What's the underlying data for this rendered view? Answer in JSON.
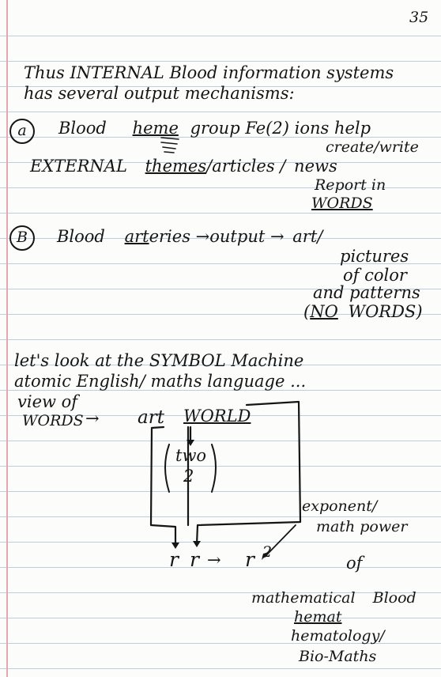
{
  "page_number": "35",
  "intro": {
    "line1": "Thus INTERNAL Blood information systems",
    "line2": "has several output mechanisms:"
  },
  "item_a": {
    "marker": "a",
    "line1_lead": "Blood",
    "line1_heme": "heme",
    "line1_rest": "group Fe(2) ions help",
    "line2_right": "create/write",
    "line3_lead": "EXTERNAL",
    "line3_themes": "themes",
    "line3_rest": "/articles /",
    "line3_news": "news",
    "line4": "Report in",
    "line5": "WORDS"
  },
  "item_b": {
    "marker": "B",
    "line1_lead": "Blood",
    "line1_art": "art",
    "line1_rest": "eries",
    "line1_output": "output",
    "line1_end": "art/",
    "line2": "pictures",
    "line3": "of color",
    "line4": "and patterns",
    "line5_open": "(",
    "line5_no": "NO",
    "line5_rest": "WORDS)"
  },
  "symbol_section": {
    "line1": "let's look at the SYMBOL Machine",
    "line2": "atomic English/ maths language ...",
    "line3": "view of",
    "line4_words": "WORDS",
    "line4_art": "art",
    "line4_world": "WORLD"
  },
  "diagram": {
    "box_line1": "two",
    "box_line2": "2",
    "bottom_r1": "r",
    "bottom_r2": "r",
    "bottom_r2_base": "r",
    "bottom_exp": "2",
    "note_line1": "exponent/",
    "note_line2": "math power"
  },
  "closing": {
    "of": "of",
    "line1_math": "mathematical",
    "line1_blood": "Blood",
    "line2": "hemat",
    "line3": "hematology/",
    "line4": "Bio-Maths"
  }
}
